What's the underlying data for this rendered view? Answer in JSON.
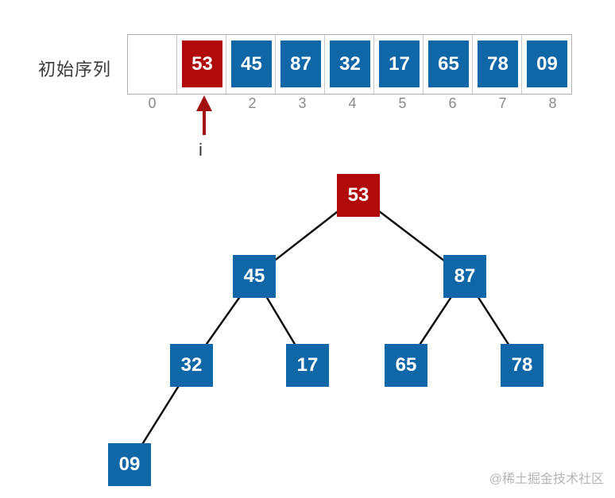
{
  "array_label": "初始序列",
  "array_cells": [
    "",
    "53",
    "45",
    "87",
    "32",
    "17",
    "65",
    "78",
    "09"
  ],
  "array_highlight_index": 1,
  "indices": [
    "0",
    "",
    "2",
    "3",
    "4",
    "5",
    "6",
    "7",
    "8"
  ],
  "pointer_label": "i",
  "tree_nodes": [
    "53",
    "45",
    "87",
    "32",
    "17",
    "65",
    "78",
    "09"
  ],
  "tree_highlight_node": 0,
  "colors": {
    "blue": "#0f67a8",
    "red": "#b00a0a",
    "pointer": "#a31010"
  },
  "watermark": "@稀土掘金技术社区"
}
